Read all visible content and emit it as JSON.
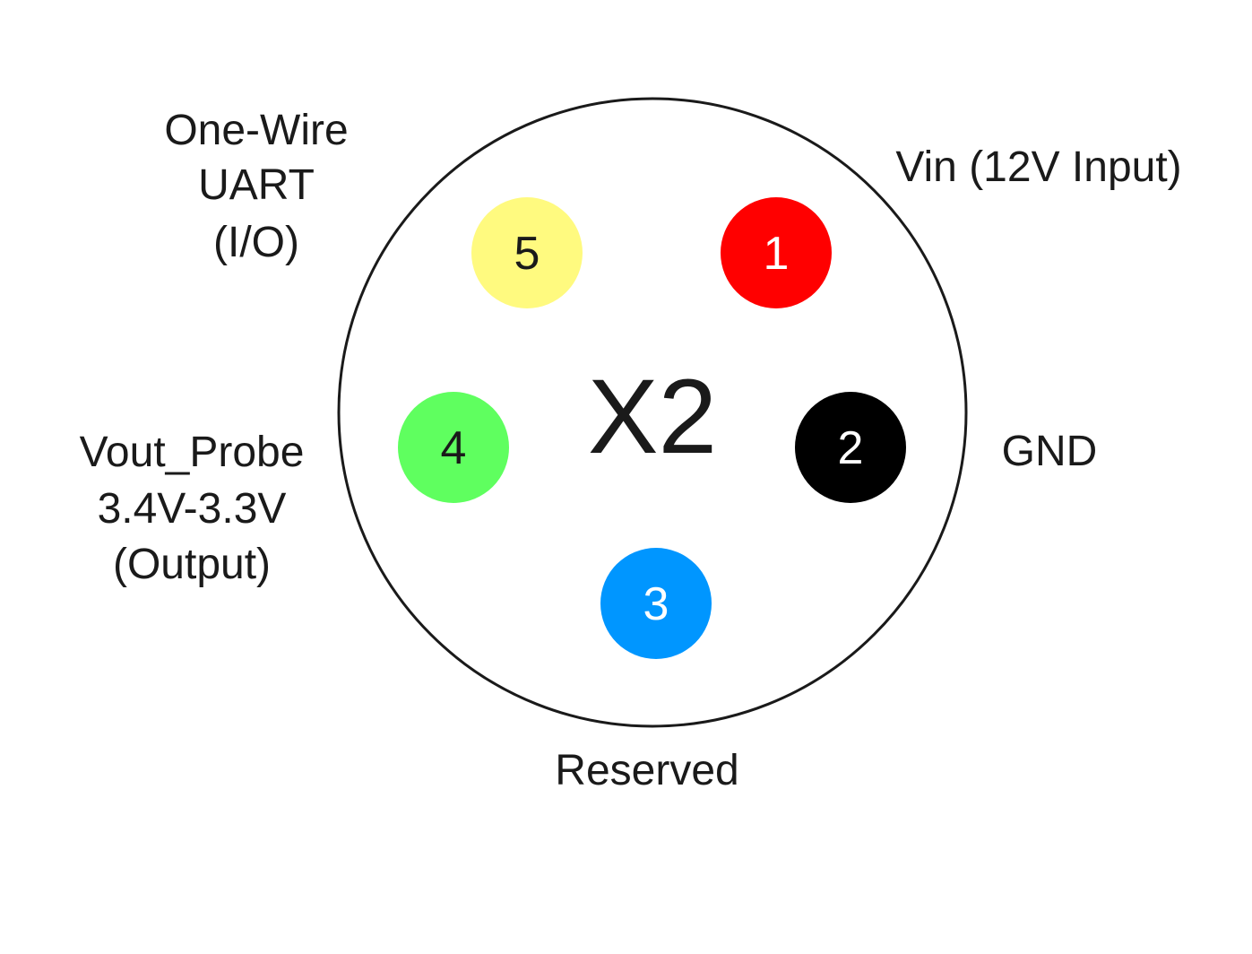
{
  "connector": {
    "name": "X2"
  },
  "pins": [
    {
      "number": "1",
      "fill": "#ff0000",
      "text_color": "#ffffff",
      "label_lines": [
        "Vin (12V Input)"
      ]
    },
    {
      "number": "2",
      "fill": "#000000",
      "text_color": "#ffffff",
      "label_lines": [
        "GND"
      ]
    },
    {
      "number": "3",
      "fill": "#0096ff",
      "text_color": "#ffffff",
      "label_lines": [
        "Reserved"
      ]
    },
    {
      "number": "4",
      "fill": "#5fff5f",
      "text_color": "#1a1a1a",
      "label_lines": [
        "Vout_Probe",
        "3.4V-3.3V",
        "(Output)"
      ]
    },
    {
      "number": "5",
      "fill": "#fffa7f",
      "text_color": "#1a1a1a",
      "label_lines": [
        "One-Wire",
        "UART",
        "(I/O)"
      ]
    }
  ]
}
